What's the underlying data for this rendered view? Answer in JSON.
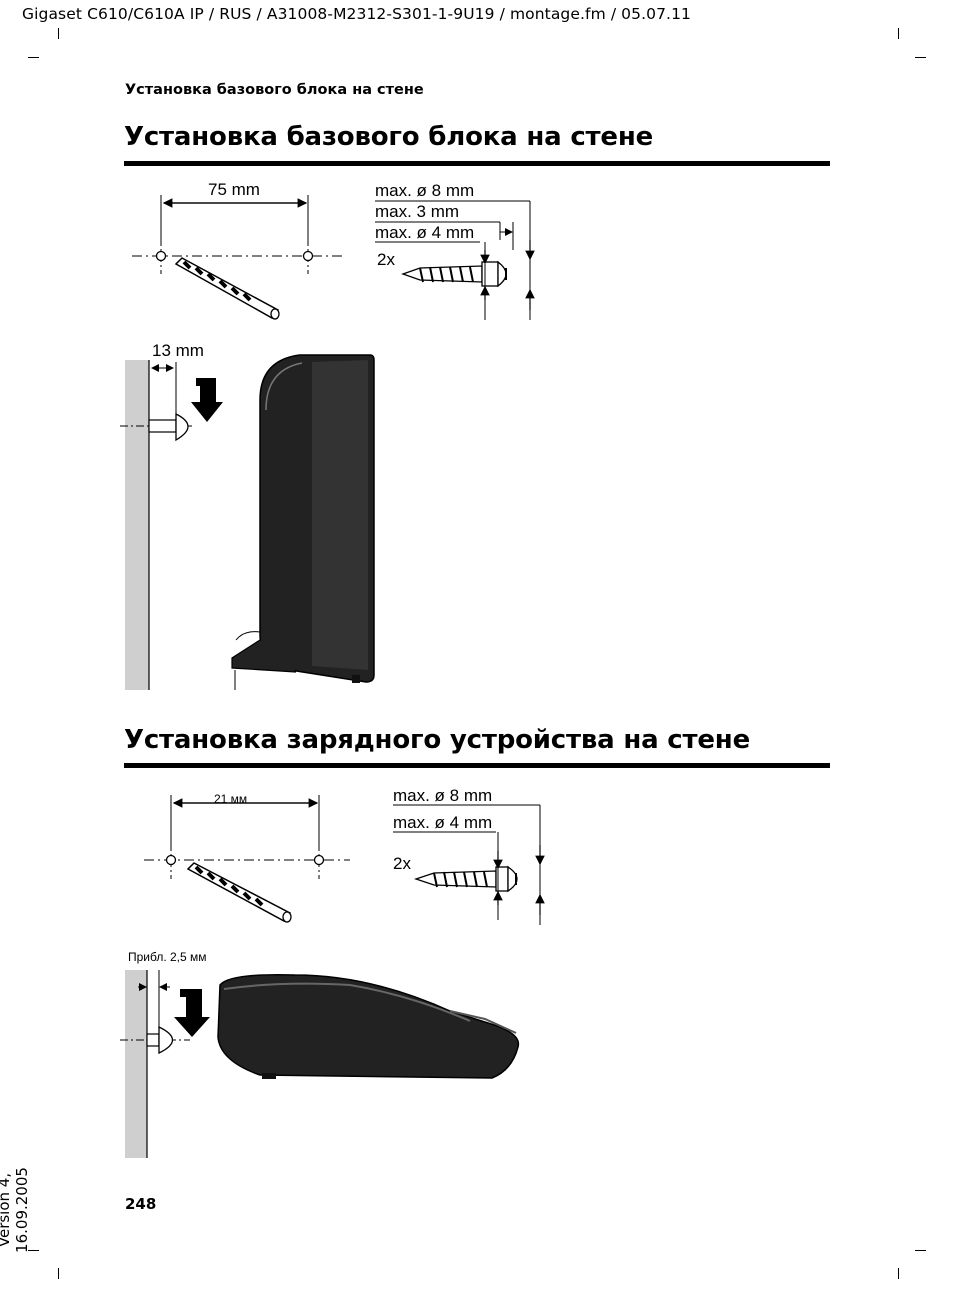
{
  "file_header": "Gigaset C610/C610A IP / RUS / A31008-M2312-S301-1-9U19 / montage.fm / 05.07.11",
  "running_head": "Установка базового блока на стене",
  "section1": {
    "title": "Установка базового блока на стене",
    "hole_distance": "75 mm",
    "head_max": "max. ø 8 mm",
    "head_height_max": "max.    3 mm",
    "shaft_max": "max. ø 4 mm",
    "quantity": "2x",
    "wall_gap": "13 mm"
  },
  "section2": {
    "title": "Установка зарядного устройства на стене",
    "hole_distance": "21 мм",
    "head_max": "max. ø 8 mm",
    "shaft_max": "max. ø 4 mm",
    "quantity": "2x",
    "wall_gap": "Прибл. 2,5 мм"
  },
  "page_number": "248",
  "version": "Version 4, 16.09.2005"
}
